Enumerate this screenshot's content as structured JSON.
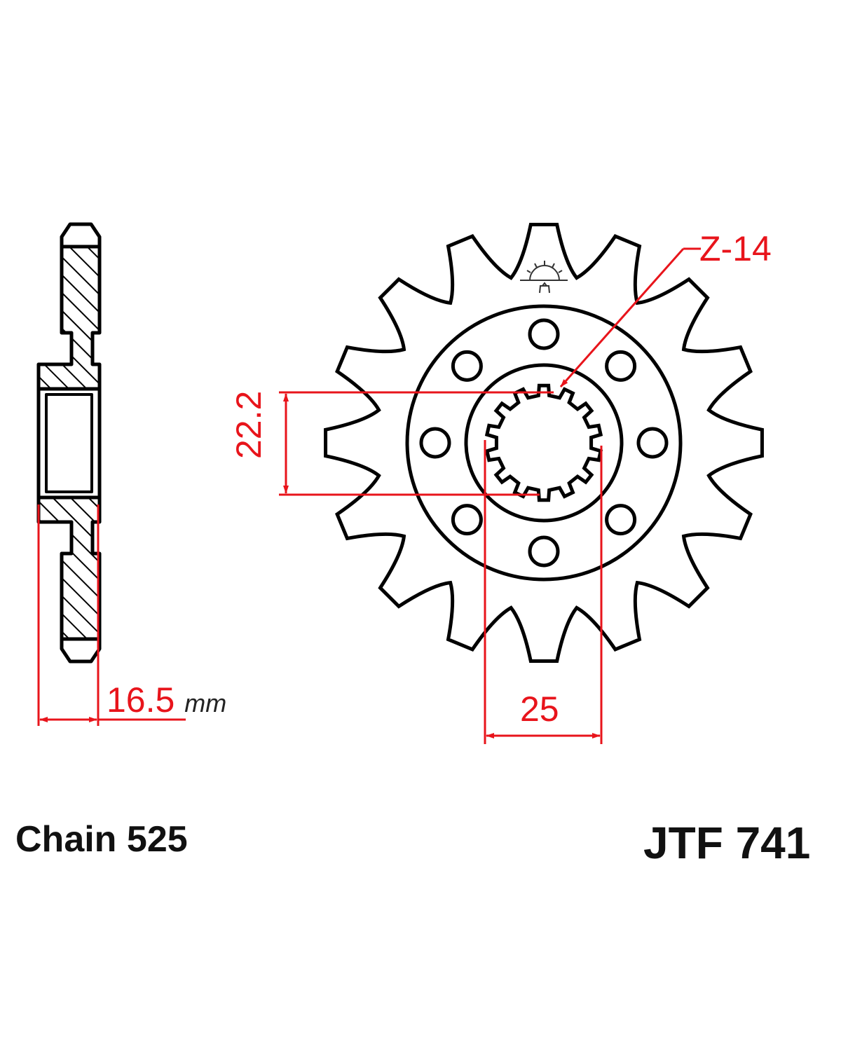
{
  "dimensions": {
    "teeth": "Z-14",
    "spline_diameter": "22.2",
    "spline_width": "25",
    "thickness": "16.5",
    "thickness_unit": "mm"
  },
  "footer": {
    "chain": "Chain 525",
    "part_number": "JTF 741"
  },
  "colors": {
    "dimension": "#e8141b",
    "outline": "#000000"
  }
}
